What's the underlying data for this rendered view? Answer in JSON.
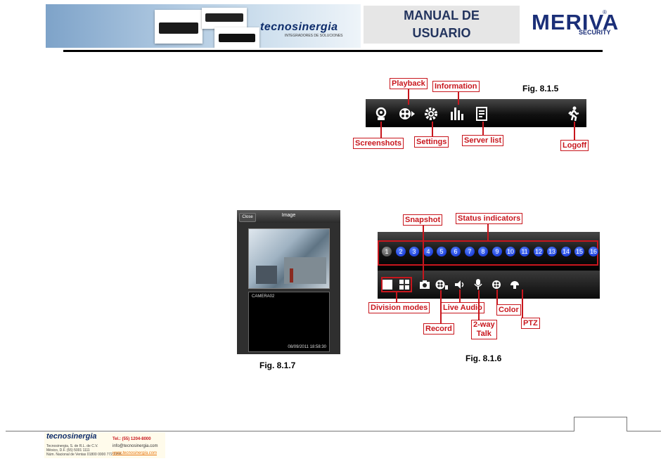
{
  "header": {
    "brand": "tecnosinergia",
    "brand_tagline": "INTEGRADORES DE SOLUCIONES",
    "manual_line1": "MANUAL DE",
    "manual_line2": "USUARIO",
    "meriva": "MERIVA",
    "meriva_sub": "SECURITY",
    "meriva_reg": "®"
  },
  "fig815": {
    "caption": "Fig. 8.1.5",
    "labels": {
      "playback": "Playback",
      "information": "Information",
      "screenshots": "Screenshots",
      "settings": "Settings",
      "server_list": "Server list",
      "logoff": "Logoff"
    },
    "icons": [
      "screenshot-icon",
      "playback-icon",
      "settings-icon",
      "information-icon",
      "server-list-icon",
      "logoff-icon"
    ]
  },
  "fig816": {
    "caption": "Fig. 8.1.6",
    "labels": {
      "snapshot": "Snapshot",
      "status_indicators": "Status indicators",
      "division_modes": "Division modes",
      "live_audio": "Live Audio",
      "color": "Color",
      "record": "Record",
      "two_way_1": "2-way",
      "two_way_2": "Talk",
      "ptz": "PTZ"
    },
    "channels": [
      "1",
      "2",
      "3",
      "4",
      "5",
      "6",
      "7",
      "8",
      "9",
      "10",
      "11",
      "12",
      "13",
      "14",
      "15",
      "16"
    ]
  },
  "fig817": {
    "caption": "Fig. 8.1.7",
    "close": "Close",
    "title": "Image",
    "camera2": "CAMERA02",
    "timestamp": "08/09/2011 18:58:30"
  },
  "footer": {
    "brand": "tecnosinergia",
    "company": "Tecnosinergia, S. de R.L. de C.V.",
    "city": "México, D.F. (55) 5001 1111",
    "dir": "Núm. Nacional de Ventas 01800 0000 772 2255",
    "tel": "Tel.: (55) 1204-8000",
    "email": "info@tecnosinergia.com",
    "web": "www.tecnosinergia.com"
  },
  "colors": {
    "callout_red": "#c8161d",
    "brand_blue": "#1b2f78",
    "accent_orange": "#e8760c"
  }
}
